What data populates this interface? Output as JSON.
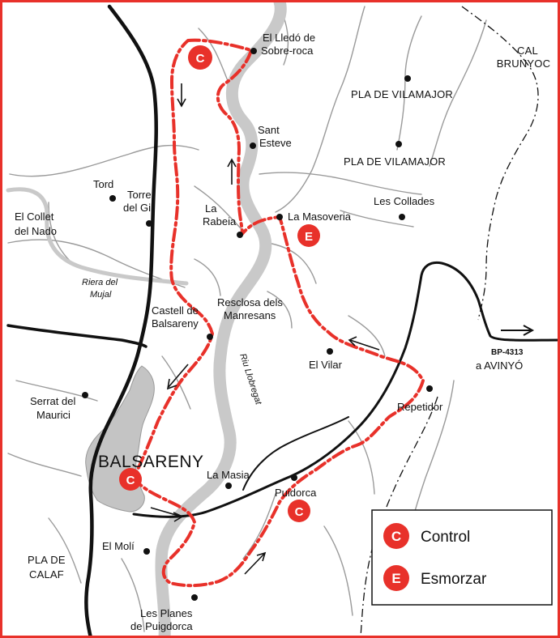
{
  "colors": {
    "frame": "#e8312a",
    "route": "#e8312a",
    "river": "#c9c9c9",
    "town_area": "#c4c4c4",
    "stream": "#9a9a9a",
    "road": "#111111",
    "badge": "#e8312a"
  },
  "places": {
    "lledo": "El Lledó de",
    "lledo2": "Sobre-roca",
    "cal_brunyoc": "CAL",
    "cal_brunyoc2": "BRUNYOC",
    "pla_vilamajor_1": "PLA DE VILAMAJOR",
    "pla_vilamajor_2": "PLA DE VILAMAJOR",
    "sant_esteve": "Sant",
    "sant_esteve2": "Esteve",
    "tord": "Tord",
    "torre_gil": "Torre",
    "torre_gil2": "del Gil",
    "les_collades": "Les Collades",
    "collet_nado": "El Collet",
    "collet_nado2": "del Nado",
    "la_rabeia": "La",
    "la_rabeia2": "Rabeia",
    "la_masoveria": "La Masoveria",
    "riera_mujal": "Riera del",
    "riera_mujal2": "Mujal",
    "castell": "Castell de",
    "castell2": "Balsareny",
    "resclosa": "Resclosa dels",
    "resclosa2": "Manresans",
    "el_vilar": "El Vilar",
    "repetidor": "Repetidor",
    "serrat": "Serrat del",
    "serrat2": "Maurici",
    "riu": "Riu Llobregat",
    "balsareny": "BALSARENY",
    "la_masia": "La Masia",
    "puidorca": "Puidorca",
    "el_moli": "El Molí",
    "pla_calaf": "PLA DE",
    "pla_calaf2": "CALAF",
    "les_planes": "Les Planes",
    "les_planes2": "de Puigdorca"
  },
  "road": {
    "code": "BP-4313",
    "destination": "a AVINYÓ"
  },
  "badges": {
    "control_letter": "C",
    "esmorzar_letter": "E"
  },
  "legend": {
    "control_letter": "C",
    "control_label": "Control",
    "esmorzar_letter": "E",
    "esmorzar_label": "Esmorzar"
  }
}
